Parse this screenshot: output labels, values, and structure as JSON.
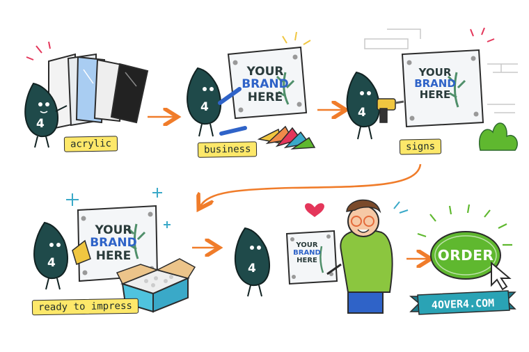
{
  "steps": [
    {
      "label": "acrylic"
    },
    {
      "label": "business"
    },
    {
      "label": "signs"
    },
    {
      "label": "ready to impress"
    }
  ],
  "sign": {
    "line1": "YOUR",
    "line2": "BRAND",
    "line3": "HERE"
  },
  "mascot": {
    "number": "4"
  },
  "cta": {
    "button": "ORDER",
    "site": "4OVER4.COM"
  },
  "icons": [
    "acrylic-sheets-icon",
    "arrow-right-icon",
    "pen-icon",
    "color-swatch-icon",
    "drill-icon",
    "bush-icon",
    "curved-arrow-icon",
    "sparkle-icon",
    "cloth-icon",
    "box-icon",
    "heart-icon",
    "glasses-person-icon",
    "order-button-icon",
    "cursor-icon",
    "banner-icon"
  ],
  "colors": {
    "mascot": "#1f4a4a",
    "arrow": "#f07c2a",
    "brand": "#2f63c8",
    "leaf": "#4f8f6a",
    "label": "#fde86a",
    "order": "#5fb82f",
    "banner": "#2aa3b5"
  }
}
